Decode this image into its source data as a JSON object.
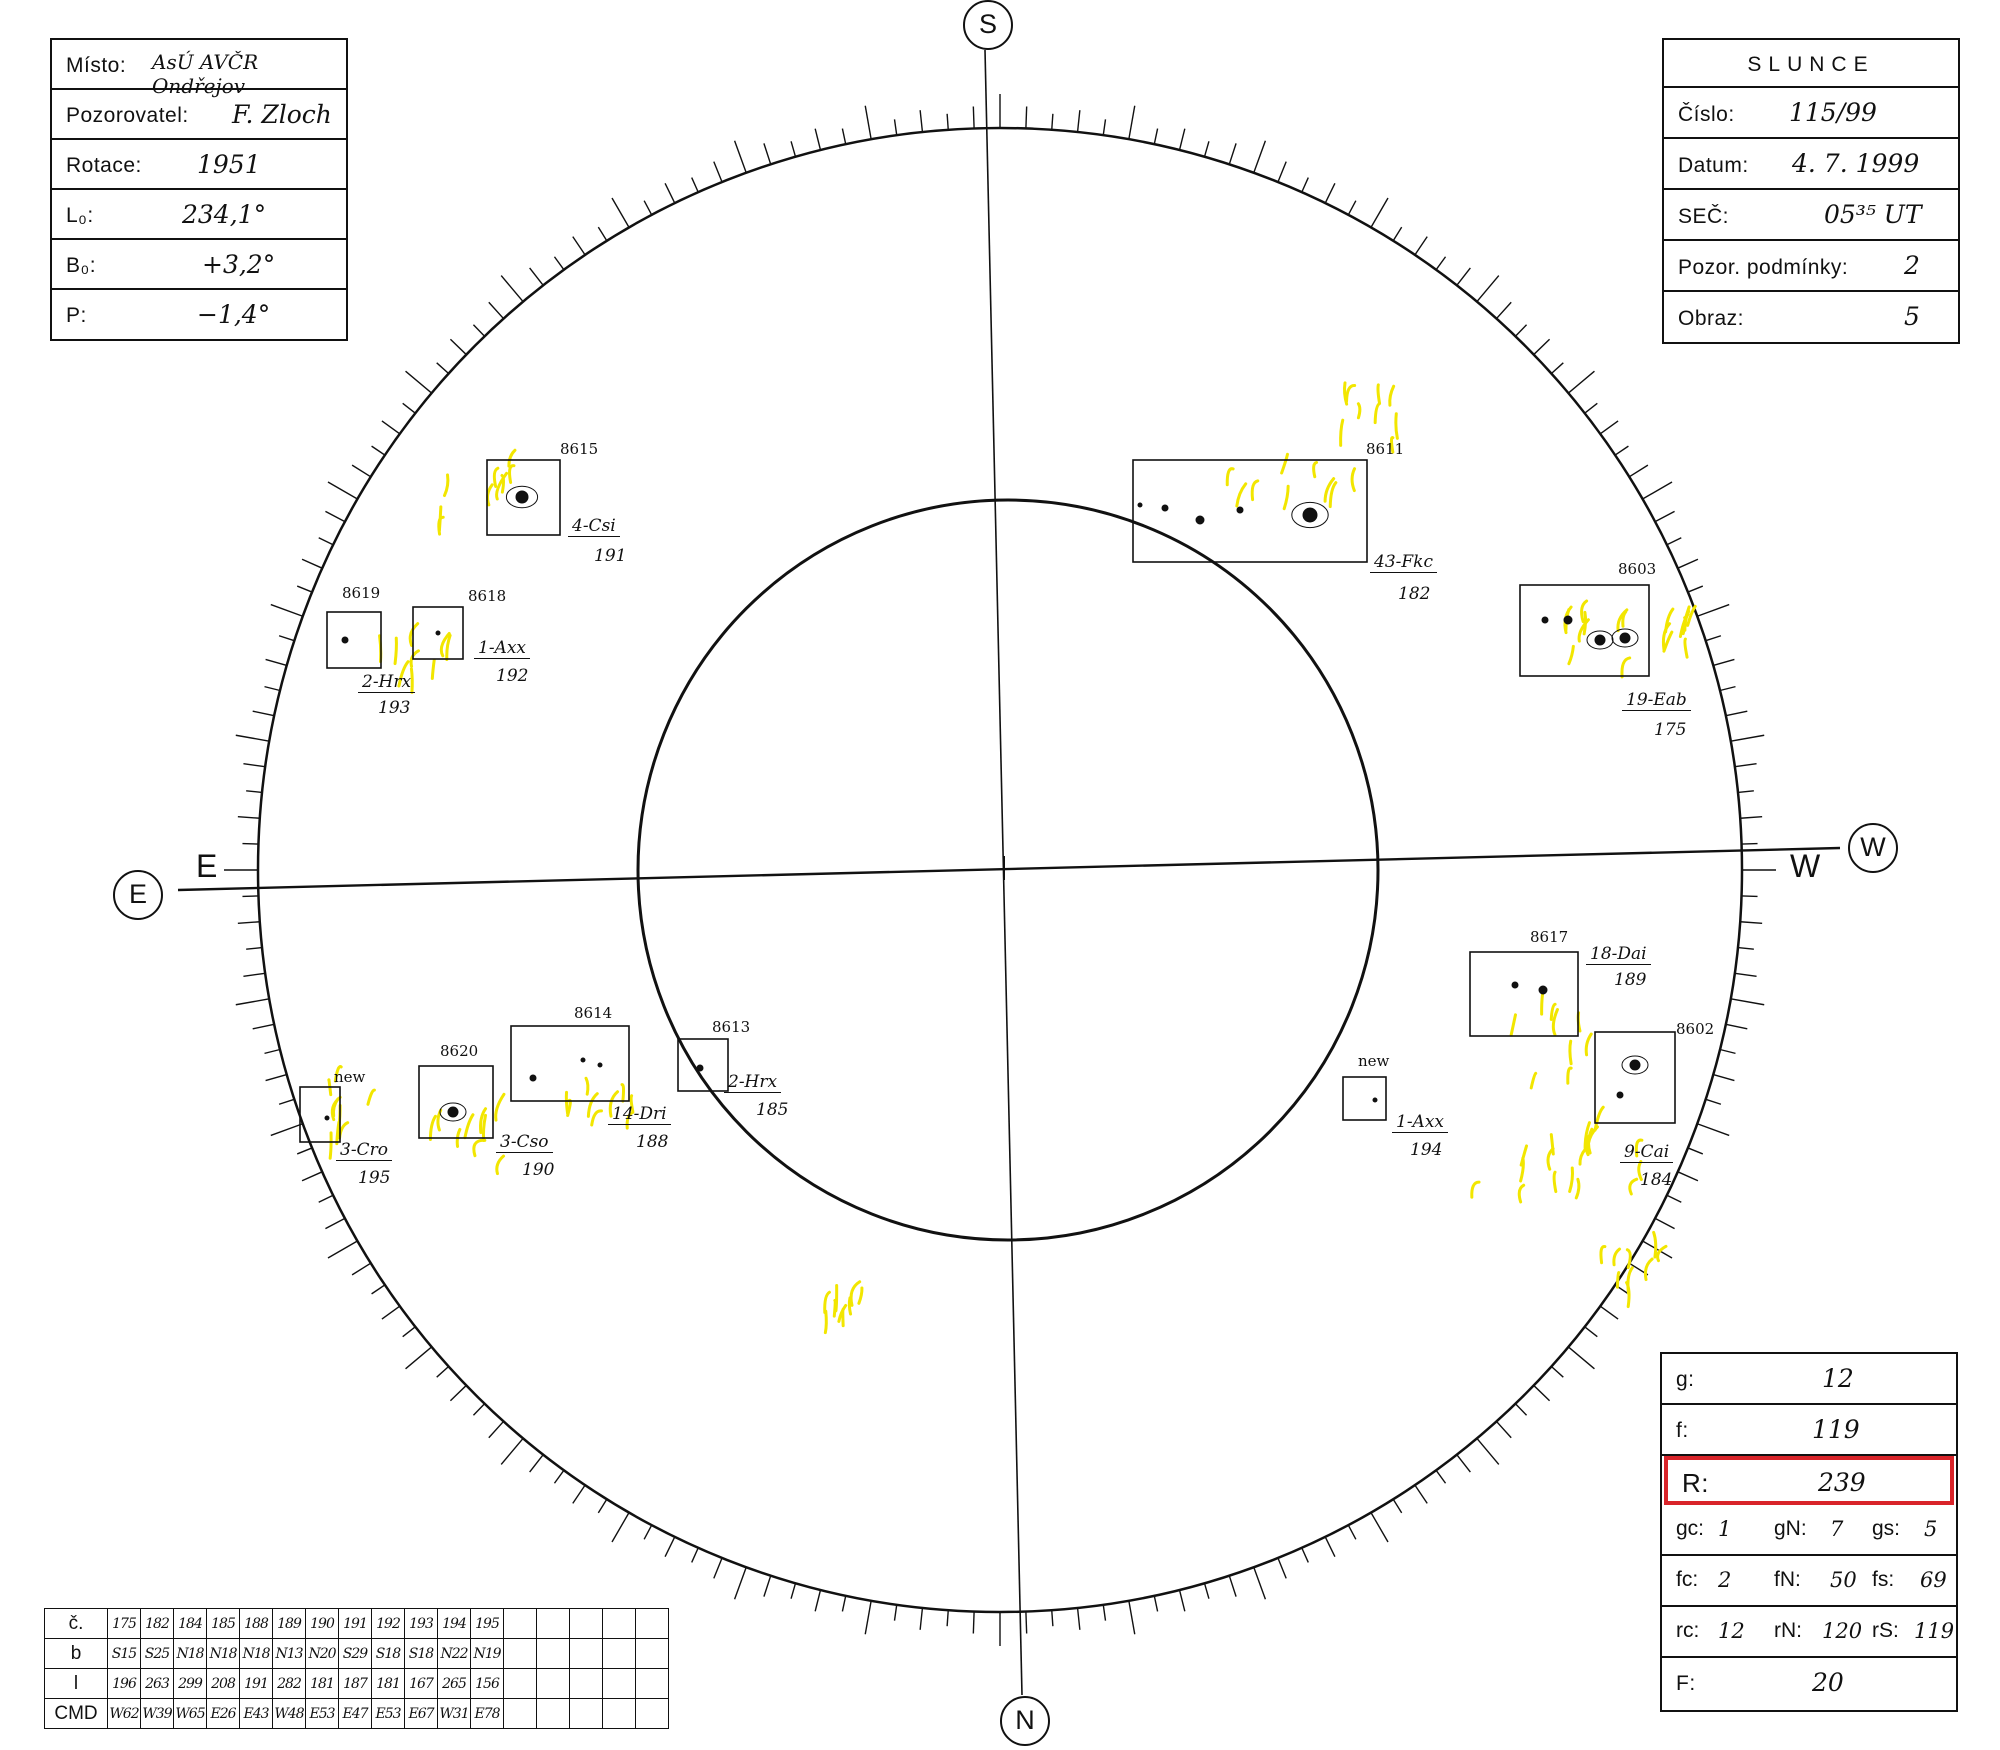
{
  "header_left": {
    "rows": [
      {
        "label": "Místo:",
        "value": "AsÚ AVČR Ondřejov"
      },
      {
        "label": "Pozorovatel:",
        "value": "F. Zloch"
      },
      {
        "label": "Rotace:",
        "value": "1951"
      },
      {
        "label": "L₀:",
        "value": "234,1°"
      },
      {
        "label": "B₀:",
        "value": "+3,2°"
      },
      {
        "label": "P:",
        "value": "−1,4°"
      }
    ]
  },
  "header_right": {
    "title": "SLUNCE",
    "rows": [
      {
        "label": "Číslo:",
        "value": "115/99"
      },
      {
        "label": "Datum:",
        "value": "4. 7. 1999"
      },
      {
        "label": "SEČ:",
        "value": "05³⁵ UT"
      },
      {
        "label": "Pozor. podmínky:",
        "value": "2"
      },
      {
        "label": "Obraz:",
        "value": "5"
      }
    ]
  },
  "summary": {
    "g": {
      "label": "g:",
      "value": "12"
    },
    "f": {
      "label": "f:",
      "value": "119"
    },
    "R": {
      "label": "R:",
      "value": "239"
    },
    "groups": {
      "gc_label": "gc:",
      "gc": "1",
      "gn_label": "gN:",
      "gn": "7",
      "gs_label": "gs:",
      "gs": "5"
    },
    "spots": {
      "fc_label": "fc:",
      "fc": "2",
      "fn_label": "fN:",
      "fn": "50",
      "fs_label": "fs:",
      "fs": "69"
    },
    "rel": {
      "rc_label": "rc:",
      "rc": "12",
      "rn_label": "rN:",
      "rn": "120",
      "rs_label": "rS:",
      "rs": "119"
    },
    "F": {
      "label": "F:",
      "value": "20"
    }
  },
  "table": {
    "row_labels": [
      "č.",
      "b",
      "l",
      "CMD"
    ],
    "cols": [
      [
        "175",
        "S15",
        "196",
        "W62"
      ],
      [
        "182",
        "S25",
        "263",
        "W39"
      ],
      [
        "184",
        "N18",
        "299",
        "W65"
      ],
      [
        "185",
        "N18",
        "208",
        "E26"
      ],
      [
        "188",
        "N18",
        "191",
        "E43"
      ],
      [
        "189",
        "N13",
        "282",
        "W48"
      ],
      [
        "190",
        "N20",
        "181",
        "E53"
      ],
      [
        "191",
        "S29",
        "187",
        "E47"
      ],
      [
        "192",
        "S18",
        "181",
        "E53"
      ],
      [
        "193",
        "S18",
        "167",
        "E67"
      ],
      [
        "194",
        "N22",
        "265",
        "W31"
      ],
      [
        "195",
        "N19",
        "156",
        "E78"
      ],
      [
        "",
        "",
        "",
        ""
      ],
      [
        "",
        "",
        "",
        ""
      ],
      [
        "",
        "",
        "",
        ""
      ],
      [
        "",
        "",
        "",
        ""
      ],
      [
        "",
        "",
        "",
        ""
      ]
    ]
  },
  "directions": {
    "S": "S",
    "N": "N",
    "E": "E",
    "W": "W"
  },
  "groups": [
    {
      "num": "8615",
      "cls": "4-Csi",
      "id": "191"
    },
    {
      "num": "8611",
      "cls": "43-Fkc",
      "id": "182"
    },
    {
      "num": "8619",
      "cls": "2-Hrx",
      "id": "193"
    },
    {
      "num": "8618",
      "cls": "1-Axx",
      "id": "192"
    },
    {
      "num": "8603",
      "cls": "19-Eab",
      "id": "175"
    },
    {
      "num": "8617",
      "cls": "18-Dai",
      "id": "189"
    },
    {
      "num": "8602",
      "cls": "9-Cai",
      "id": "184"
    },
    {
      "num": "8614",
      "cls": "14-Dri",
      "id": "188"
    },
    {
      "num": "8613",
      "cls": "2-Hrx",
      "id": "185"
    },
    {
      "num": "8620",
      "cls": "3-Cso",
      "id": "190"
    },
    {
      "num": "new",
      "cls": "3-Cro",
      "id": "195"
    },
    {
      "num": "new",
      "cls": "1-Axx",
      "id": "194"
    }
  ],
  "colors": {
    "faculae": "#f2e600",
    "highlight": "#d9242a",
    "ink": "#111111"
  }
}
